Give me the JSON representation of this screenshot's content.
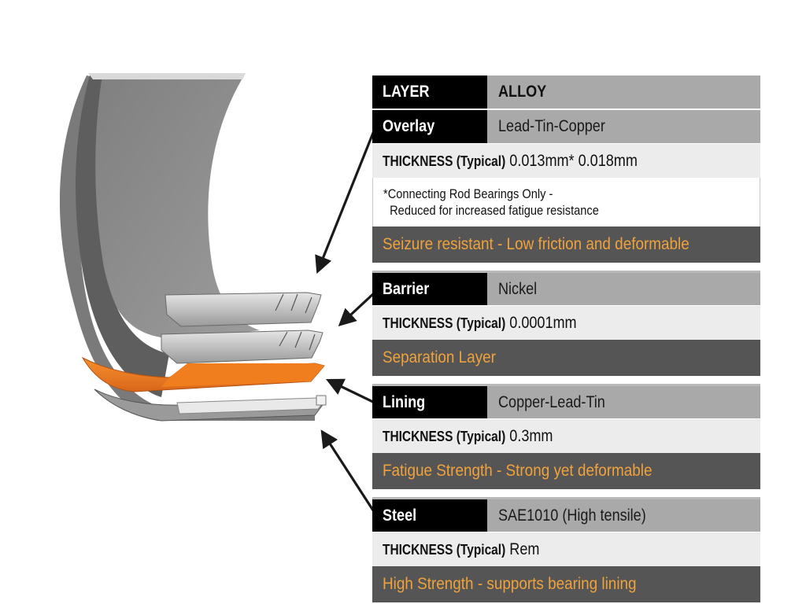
{
  "table": {
    "header": {
      "layer": "LAYER",
      "alloy": "ALLOY"
    },
    "layers": [
      {
        "name": "Overlay",
        "alloy": "Lead-Tin-Copper",
        "thickness_label": "THICKNESS (Typical)",
        "thickness_value": "0.013mm* 0.018mm",
        "note": "*Connecting Rod Bearings Only -\n  Reduced for increased fatigue resistance",
        "property": "Seizure resistant - Low friction and deformable"
      },
      {
        "name": "Barrier",
        "alloy": "Nickel",
        "thickness_label": "THICKNESS (Typical)",
        "thickness_value": "0.0001mm",
        "property": "Separation Layer"
      },
      {
        "name": "Lining",
        "alloy": "Copper-Lead-Tin",
        "thickness_label": "THICKNESS (Typical)",
        "thickness_value": "0.3mm",
        "property": "Fatigue Strength - Strong yet deformable"
      },
      {
        "name": "Steel",
        "alloy": "SAE1010 (High tensile)",
        "thickness_label": "THICKNESS (Typical)",
        "thickness_value": "Rem",
        "property": "High Strength - supports bearing lining"
      }
    ]
  },
  "colors": {
    "name_cell": "#000000",
    "alloy_cell": "#a9a9a9",
    "thickness_row": "#ececec",
    "property_row": "#555555",
    "property_text": "#f0a23c",
    "lining_layer": "#f07d1e",
    "steel_layer": "#8c8c8c"
  },
  "diagram": {
    "image": "bearing-shell-cutaway",
    "arrows": [
      "overlay-arrow",
      "barrier-arrow",
      "lining-arrow",
      "steel-arrow"
    ]
  }
}
